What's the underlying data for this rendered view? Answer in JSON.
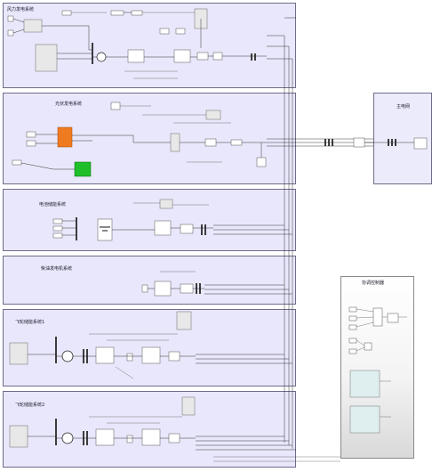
{
  "subsystems": {
    "wind": {
      "title": "风力发电系统"
    },
    "pv": {
      "title": "光伏发电系统"
    },
    "battery": {
      "title": "电池储能系统"
    },
    "diesel": {
      "title": "柴油发电机系统"
    },
    "flywheel1": {
      "title": "飞轮储能系统1"
    },
    "flywheel2": {
      "title": "飞轮储能系统2"
    }
  },
  "grid": {
    "title": "主电网",
    "node_label": "主电网"
  },
  "controller": {
    "title": "协调控制器"
  },
  "colors": {
    "subsystem_bg": "#e9e7fb",
    "pv_array": "#f07a20",
    "mppt_block": "#1fbf2a",
    "wire": "#222222"
  }
}
